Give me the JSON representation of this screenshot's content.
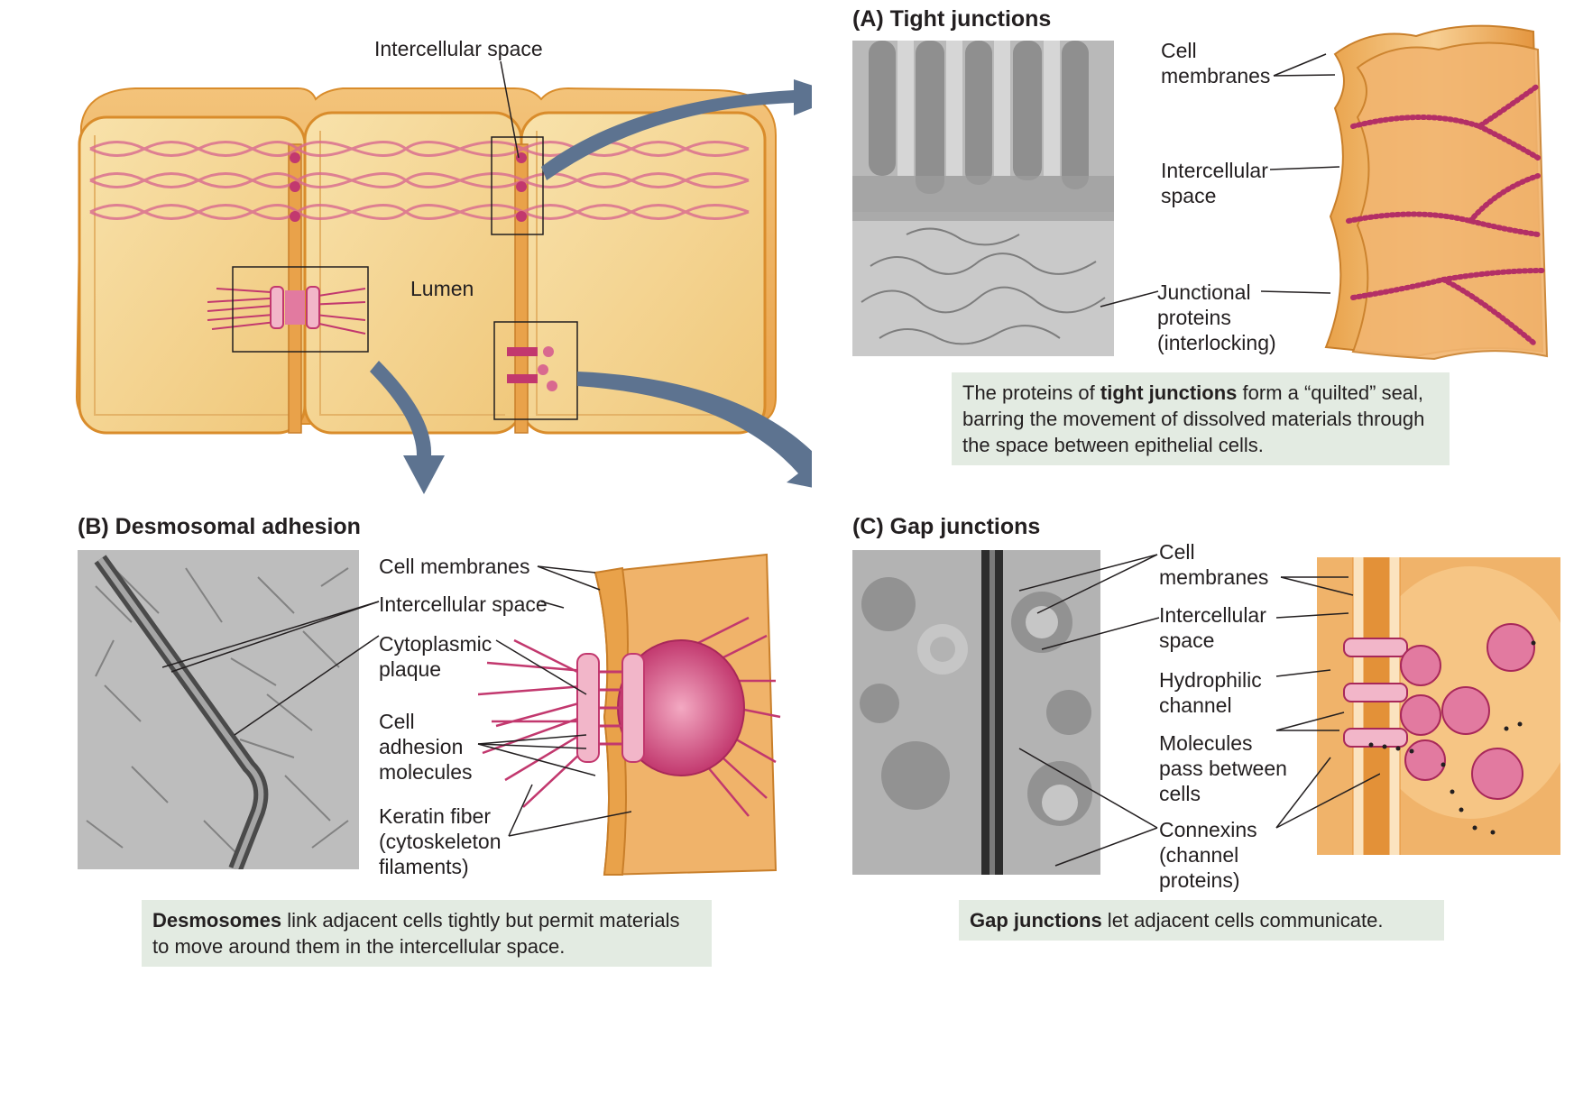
{
  "overview": {
    "intercellular_label": "Intercellular space",
    "lumen_label": "Lumen"
  },
  "panel_a": {
    "title": "(A)  Tight junctions",
    "labels": {
      "cell_membranes": "Cell\nmembranes",
      "intercellular": "Intercellular\nspace",
      "junctional": "Junctional\nproteins\n(interlocking)"
    },
    "caption": {
      "pre": "The proteins of ",
      "bold": "tight junctions",
      "post": " form a “quilted” seal, barring the movement of dissolved materials through the space between epithelial cells."
    }
  },
  "panel_b": {
    "title": "(B)  Desmosomal adhesion",
    "labels": {
      "cell_membranes": "Cell membranes",
      "intercellular": "Intercellular space",
      "plaque": "Cytoplasmic\nplaque",
      "adhesion": "Cell\nadhesion\nmolecules",
      "keratin": "Keratin fiber\n(cytoskeleton\nfilaments)"
    },
    "caption": {
      "bold": "Desmosomes",
      "post": " link adjacent cells tightly but permit materials to move around them in the intercellular space."
    }
  },
  "panel_c": {
    "title": "(C)  Gap junctions",
    "labels": {
      "cell_membranes": "Cell\nmembranes",
      "intercellular": "Intercellular\nspace",
      "hydrophilic": "Hydrophilic\nchannel",
      "molecules": "Molecules\npass between\ncells",
      "connexins": "Connexins\n(channel\nproteins)"
    },
    "caption": {
      "bold": "Gap junctions",
      "post": " let adjacent cells communicate."
    }
  },
  "colors": {
    "cell_fill": "#f5d79a",
    "cell_edge": "#d98c2b",
    "membrane": "#e9a24a",
    "protein": "#c2386e",
    "protein_light": "#f2b6c9",
    "arrow": "#5d7390",
    "caption_bg": "#e3ebe2"
  }
}
